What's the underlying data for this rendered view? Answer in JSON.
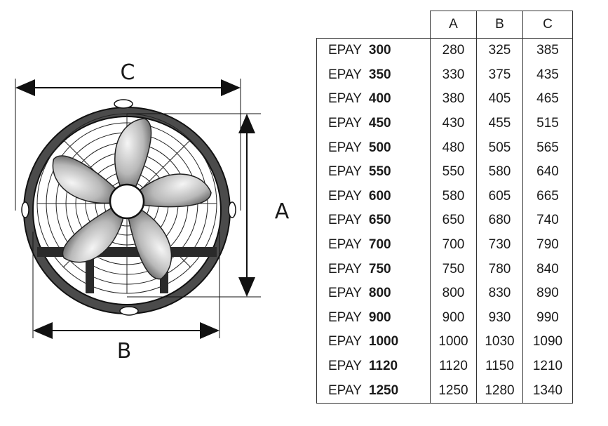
{
  "diagram": {
    "labels": {
      "a": "A",
      "b": "B",
      "c": "C"
    },
    "icons": [
      "fan-impeller-icon",
      "fan-guard-icon",
      "mounting-stand-icon",
      "dimension-arrow-icon"
    ]
  },
  "table": {
    "columns": [
      "A",
      "B",
      "C"
    ],
    "rows": [
      {
        "model": "EPAY",
        "size": "300",
        "a": "280",
        "b": "325",
        "c": "385"
      },
      {
        "model": "EPAY",
        "size": "350",
        "a": "330",
        "b": "375",
        "c": "435"
      },
      {
        "model": "EPAY",
        "size": "400",
        "a": "380",
        "b": "405",
        "c": "465"
      },
      {
        "model": "EPAY",
        "size": "450",
        "a": "430",
        "b": "455",
        "c": "515"
      },
      {
        "model": "EPAY",
        "size": "500",
        "a": "480",
        "b": "505",
        "c": "565"
      },
      {
        "model": "EPAY",
        "size": "550",
        "a": "550",
        "b": "580",
        "c": "640"
      },
      {
        "model": "EPAY",
        "size": "600",
        "a": "580",
        "b": "605",
        "c": "665"
      },
      {
        "model": "EPAY",
        "size": "650",
        "a": "650",
        "b": "680",
        "c": "740"
      },
      {
        "model": "EPAY",
        "size": "700",
        "a": "700",
        "b": "730",
        "c": "790"
      },
      {
        "model": "EPAY",
        "size": "750",
        "a": "750",
        "b": "780",
        "c": "840"
      },
      {
        "model": "EPAY",
        "size": "800",
        "a": "800",
        "b": "830",
        "c": "890"
      },
      {
        "model": "EPAY",
        "size": "900",
        "a": "900",
        "b": "930",
        "c": "990"
      },
      {
        "model": "EPAY",
        "size": "1000",
        "a": "1000",
        "b": "1030",
        "c": "1090"
      },
      {
        "model": "EPAY",
        "size": "1120",
        "a": "1120",
        "b": "1150",
        "c": "1210"
      },
      {
        "model": "EPAY",
        "size": "1250",
        "a": "1250",
        "b": "1280",
        "c": "1340"
      }
    ]
  }
}
